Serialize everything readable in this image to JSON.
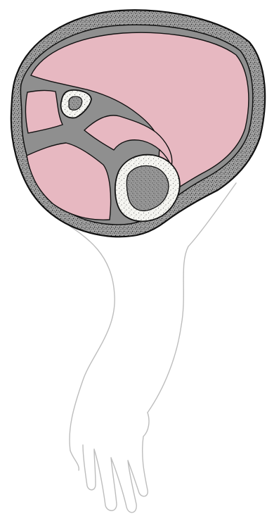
{
  "figure": {
    "kind": "anatomical cross-section of the lower leg with foot outline",
    "labels": []
  },
  "colors": {
    "background": "#ffffff",
    "leg_outline": "#b9b9b9",
    "section_outline": "#111111",
    "skin_fascia": "#9a9a9a",
    "septum": "#888888",
    "muscle": "#e8b9c2",
    "bone_marrow": "#9d9d9d",
    "bone_cortex": "#f4f4f0"
  },
  "structures": [
    {
      "name": "skin-and-subcutaneous-layer",
      "type": "stippled ring"
    },
    {
      "name": "anterior-compartment",
      "type": "muscle"
    },
    {
      "name": "lateral-compartment",
      "type": "muscle"
    },
    {
      "name": "deep-posterior-compartment",
      "type": "muscle"
    },
    {
      "name": "superficial-posterior-compartment",
      "type": "muscle"
    },
    {
      "name": "tibia",
      "type": "bone"
    },
    {
      "name": "fibula",
      "type": "bone"
    }
  ]
}
